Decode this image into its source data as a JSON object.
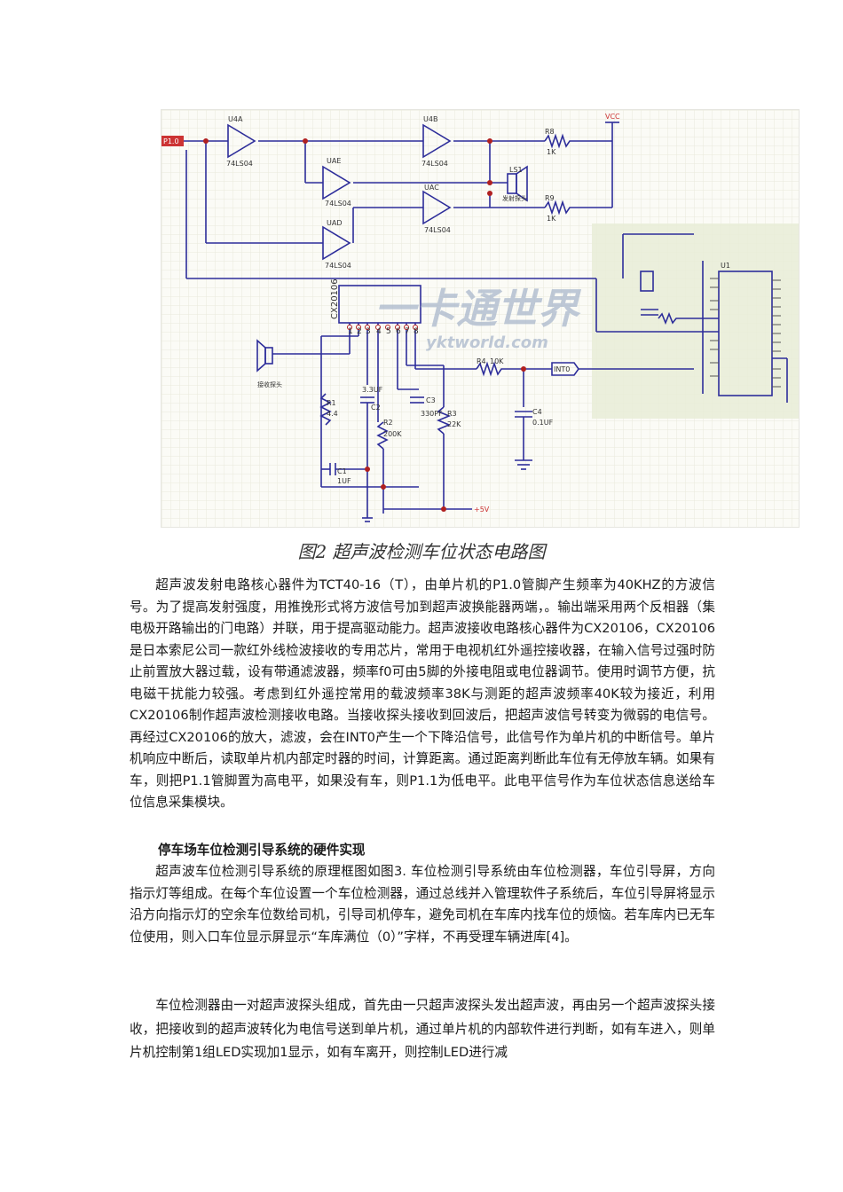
{
  "figure": {
    "labels": {
      "p10": "P1.0",
      "u4a": "U4A",
      "u4b": "U4B",
      "u4c": "UAC",
      "u4d": "UAD",
      "u4e": "UAE",
      "ic": "74LS04",
      "vcc": "VCC",
      "r8": "R8",
      "r8v": "1K",
      "r9": "R9",
      "r9v": "1K",
      "ls1": "LS1",
      "tx": "发射探头",
      "cx": "CX20106",
      "pins": [
        "1",
        "2",
        "3",
        "4",
        "5",
        "6",
        "7",
        "8"
      ],
      "rx": "接收探头",
      "r1": "R1",
      "r1v": "4.4",
      "c2": "C2",
      "c2v": "3.3UF",
      "r2": "R2",
      "r2v": "200K",
      "c3": "C3",
      "c3v": "330PF",
      "r3": "R3",
      "r3v": "22K",
      "c1": "C1",
      "c1v": "1UF",
      "r4": "R4",
      "r4v": "10K",
      "int0": "INT0",
      "c4": "C4",
      "c4v": "0.1UF",
      "plus5v": "+5V",
      "u1": "U1",
      "watermark1": "一卡通世界",
      "watermark2": "yktworld.com"
    }
  },
  "caption": "图2 超声波检测车位状态电路图",
  "paragraph1": "超声波发射电路核心器件为TCT40-16（T），由单片机的P1.0管脚产生频率为40KHZ的方波信号。为了提高发射强度，用推挽形式将方波信号加到超声波换能器两端，。输出端采用两个反相器（集电极开路输出的门电路）并联，用于提高驱动能力。超声波接收电路核心器件为CX20106，CX20106是日本索尼公司一款红外线检波接收的专用芯片，常用于电视机红外遥控接收器，在输入信号过强时防止前置放大器过载，设有带通滤波器，频率f0可由5脚的外接电阻或电位器调节。使用时调节方便，抗电磁干扰能力较强。考虑到红外遥控常用的载波频率38K与测距的超声波频率40K较为接近，利用CX20106制作超声波检测接收电路。当接收探头接收到回波后，把超声波信号转变为微弱的电信号。再经过CX20106的放大，滤波，会在INT0产生一个下降沿信号，此信号作为单片机的中断信号。单片机响应中断后，读取单片机内部定时器的时间，计算距离。通过距离判断此车位有无停放车辆。如果有车，则把P1.1管脚置为高电平，如果没有车，则P1.1为低电平。此电平信号作为车位状态信息送给车位信息采集模块。",
  "heading": "停车场车位检测引导系统的硬件实现",
  "paragraph2": "超声波车位检测引导系统的原理框图如图3. 车位检测引导系统由车位检测器，车位引导屏，方向指示灯等组成。在每个车位设置一个车位检测器，通过总线并入管理软件子系统后，车位引导屏将显示沿方向指示灯的空余车位数给司机，引导司机停车，避免司机在车库内找车位的烦恼。若车库内已无车位使用，则入口车位显示屏显示“车库满位（0）”字样，不再受理车辆进库[4]。",
  "paragraph3": "车位检测器由一对超声波探头组成，首先由一只超声波探头发出超声波，再由另一个超声波探头接收，把接收到的超声波转化为电信号送到单片机，通过单片机的内部软件进行判断，如有车进入，则单片机控制第1组LED实现加1显示，如有车离开，则控制LED进行减"
}
